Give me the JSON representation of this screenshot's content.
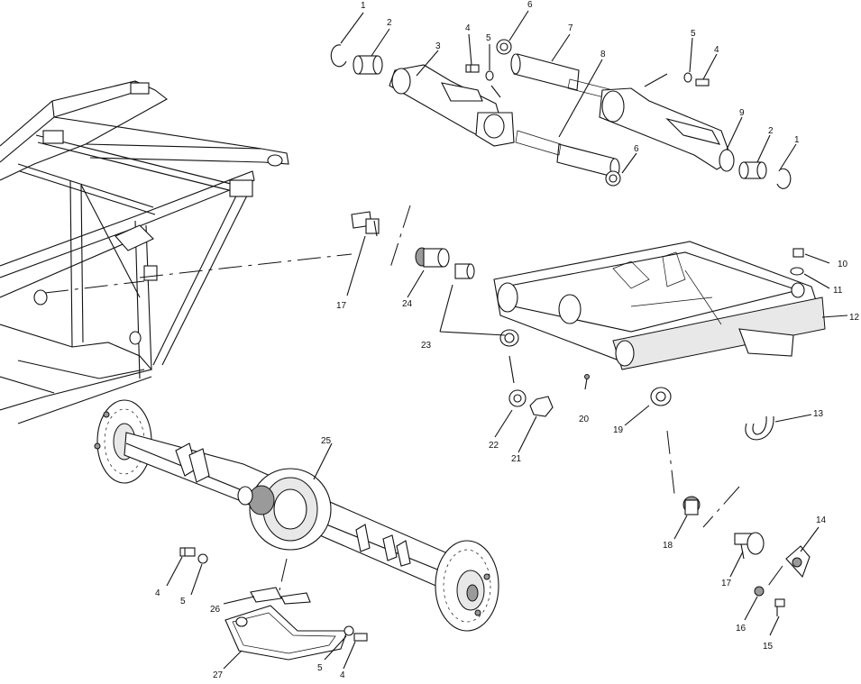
{
  "diagram": {
    "callouts": [
      "1",
      "2",
      "3",
      "4",
      "5",
      "6",
      "7",
      "8",
      "9",
      "10",
      "11",
      "12",
      "13",
      "14",
      "15",
      "16",
      "17",
      "18",
      "19",
      "20",
      "21",
      "22",
      "23",
      "24",
      "25",
      "26",
      "27"
    ],
    "extra_callouts": {
      "upper_left_1": "1",
      "upper_left_2": "2",
      "upper_left_4": "4",
      "upper_left_5": "5",
      "upper_left_6": "6",
      "upper_right_4": "4",
      "upper_right_5": "5",
      "lower_right_6": "6",
      "right_1": "1",
      "right_2": "2",
      "lower_left_4": "4",
      "lower_left_5": "5",
      "bottom_4": "4",
      "bottom_5": "5",
      "right_17": "17"
    }
  }
}
